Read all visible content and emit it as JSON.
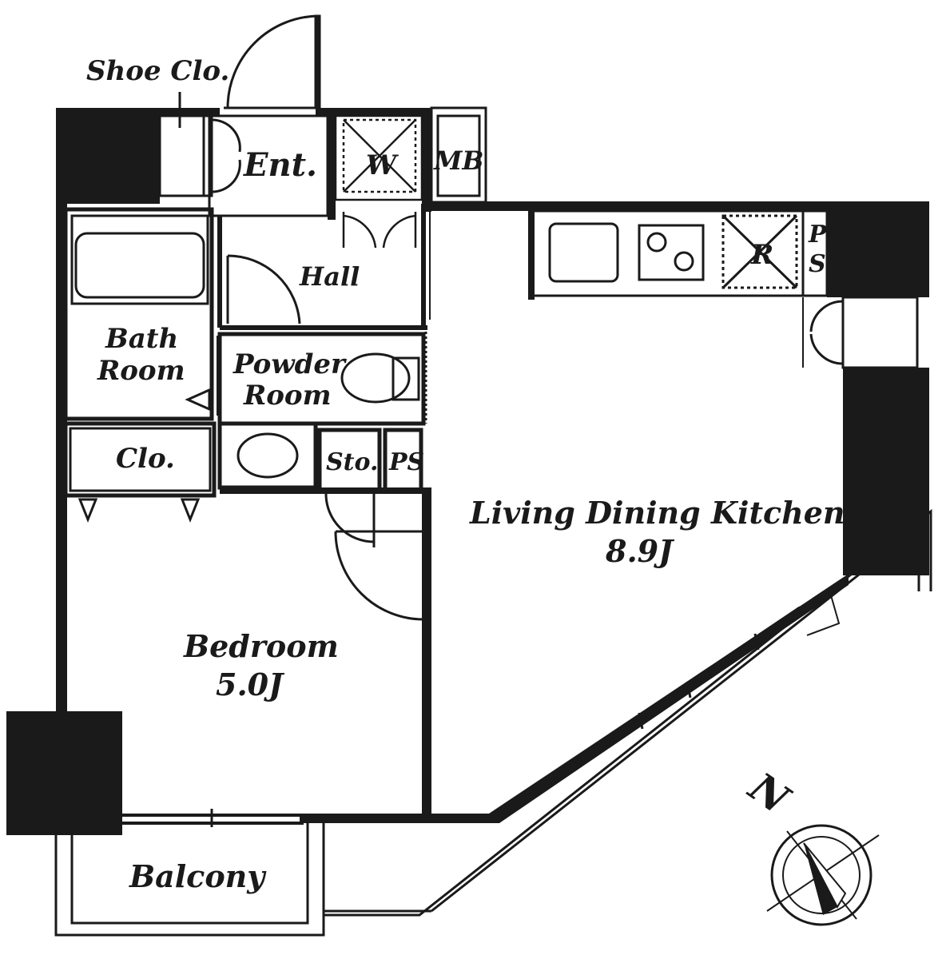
{
  "rooms": {
    "shoe_closet": "Shoe Clo.",
    "entrance": "Ent.",
    "washer": "W",
    "meter_box": "MB",
    "hall": "Hall",
    "bath_room_line1": "Bath",
    "bath_room_line2": "Room",
    "powder_room_line1": "Powder",
    "powder_room_line2": "Room",
    "closet": "Clo.",
    "storage": "Sto.",
    "pipe_space_small": "PS",
    "pipe_space_kitchen_line1": "P",
    "pipe_space_kitchen_line2": "S",
    "refrigerator": "R",
    "living_dining_kitchen": "Living Dining Kitchen",
    "living_dining_kitchen_size": "8.9J",
    "bedroom": "Bedroom",
    "bedroom_size": "5.0J",
    "balcony": "Balcony"
  },
  "compass": {
    "north_label": "N"
  },
  "colors": {
    "ink": "#1a1a1a",
    "paper": "#ffffff"
  }
}
